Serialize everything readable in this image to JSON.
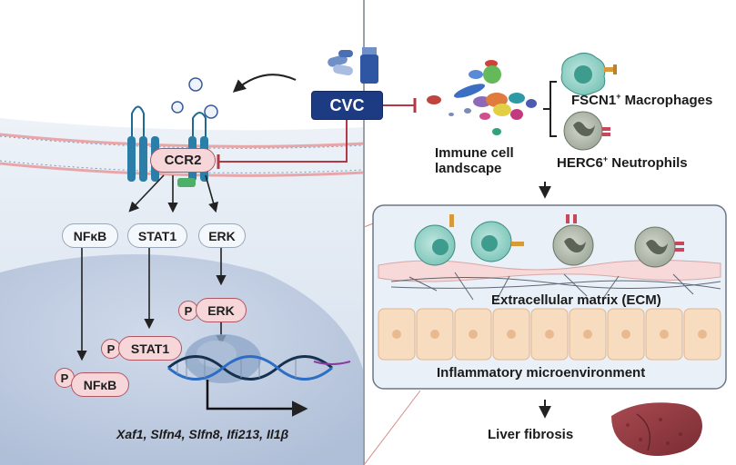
{
  "drug": "CVC",
  "receptor": "CCR2",
  "pathways": {
    "nfkb": "NFκB",
    "stat1": "STAT1",
    "erk": "ERK"
  },
  "phospho_mark": "P",
  "phospho": {
    "erk": "ERK",
    "stat1": "STAT1",
    "nfkb": "NFκB"
  },
  "genes": "Xaf1, Slfn4, Slfn8, Ifi213, Il1β",
  "landscape_label": "Immune cell landscape",
  "cell_types": {
    "macrophages": {
      "marker": "FSCN1",
      "sup": "+",
      "name": "Macrophages"
    },
    "neutrophils": {
      "marker": "HERC6",
      "sup": "+",
      "name": "Neutrophils"
    }
  },
  "ecm_label": "Extracellular matrix (ECM)",
  "microenv_label": "Inflammatory microenvironment",
  "outcome_label": "Liver fibrosis",
  "colors": {
    "drug_box": "#1d3b82",
    "inhibit": "#b13a45",
    "receptor": "#2b7ea8",
    "pill_pink": "#f6d6d9",
    "nucleus": "#b9c6de",
    "cell_bg": "#dde6f1"
  }
}
